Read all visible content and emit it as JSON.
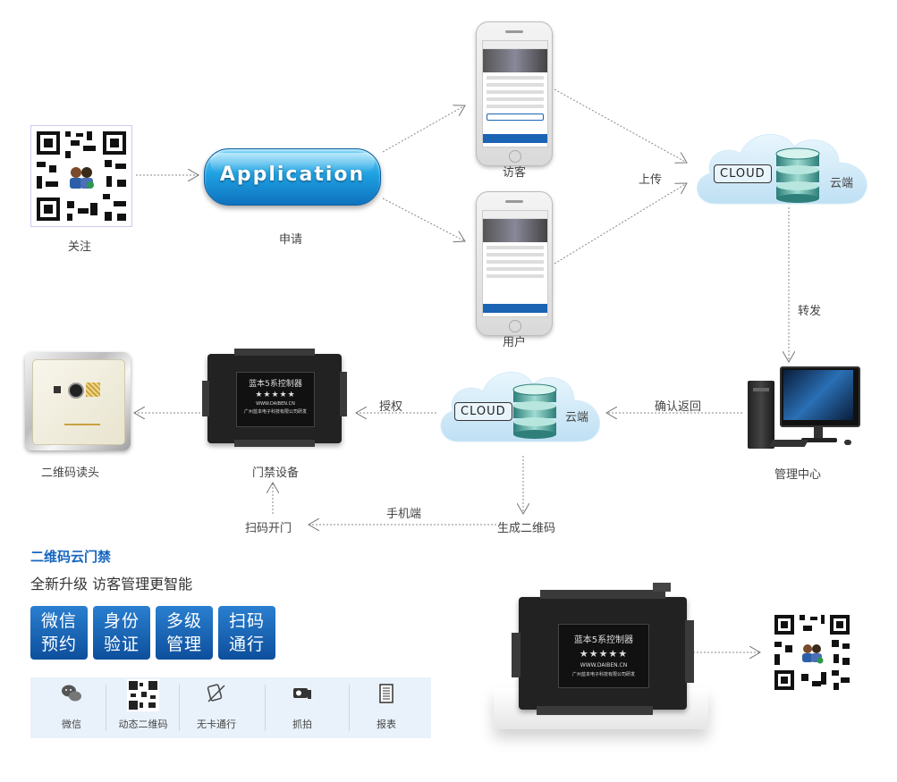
{
  "labels": {
    "follow": "关注",
    "apply": "申请",
    "application": "Application",
    "visitor": "访客",
    "user": "用户",
    "upload": "上传",
    "cloud_text": "CLOUD",
    "cloud_end": "云端",
    "forward": "转发",
    "mgmt_center": "管理中心",
    "confirm_return": "确认返回",
    "authorize": "授权",
    "access_device": "门禁设备",
    "qr_reader": "二维码读头",
    "scan_open": "扫码开门",
    "mobile_end": "手机端",
    "gen_qr": "生成二维码"
  },
  "controller": {
    "title": "蓝本5系控制器",
    "stars": "★★★★★",
    "url": "WWW.DAIBEN.CN",
    "company": "广州蓝本电子科技有限公司研发"
  },
  "product": {
    "name": "二维码云门禁",
    "slogan": "全新升级 访客管理更智能",
    "features": [
      {
        "line1": "微信",
        "line2": "预约"
      },
      {
        "line1": "身份",
        "line2": "验证"
      },
      {
        "line1": "多级",
        "line2": "管理"
      },
      {
        "line1": "扫码",
        "line2": "通行"
      }
    ],
    "icons": [
      {
        "name": "wechat-icon",
        "label": "微信"
      },
      {
        "name": "qr-code-icon",
        "label": "动态二维码"
      },
      {
        "name": "no-card-icon",
        "label": "无卡通行"
      },
      {
        "name": "camera-icon",
        "label": "抓拍"
      },
      {
        "name": "report-icon",
        "label": "报表"
      }
    ]
  },
  "colors": {
    "brand_blue": "#1b63b3",
    "product_name": "#1565c0",
    "app_button": "#1e8fd6",
    "cloud": "#cfe8f7"
  }
}
